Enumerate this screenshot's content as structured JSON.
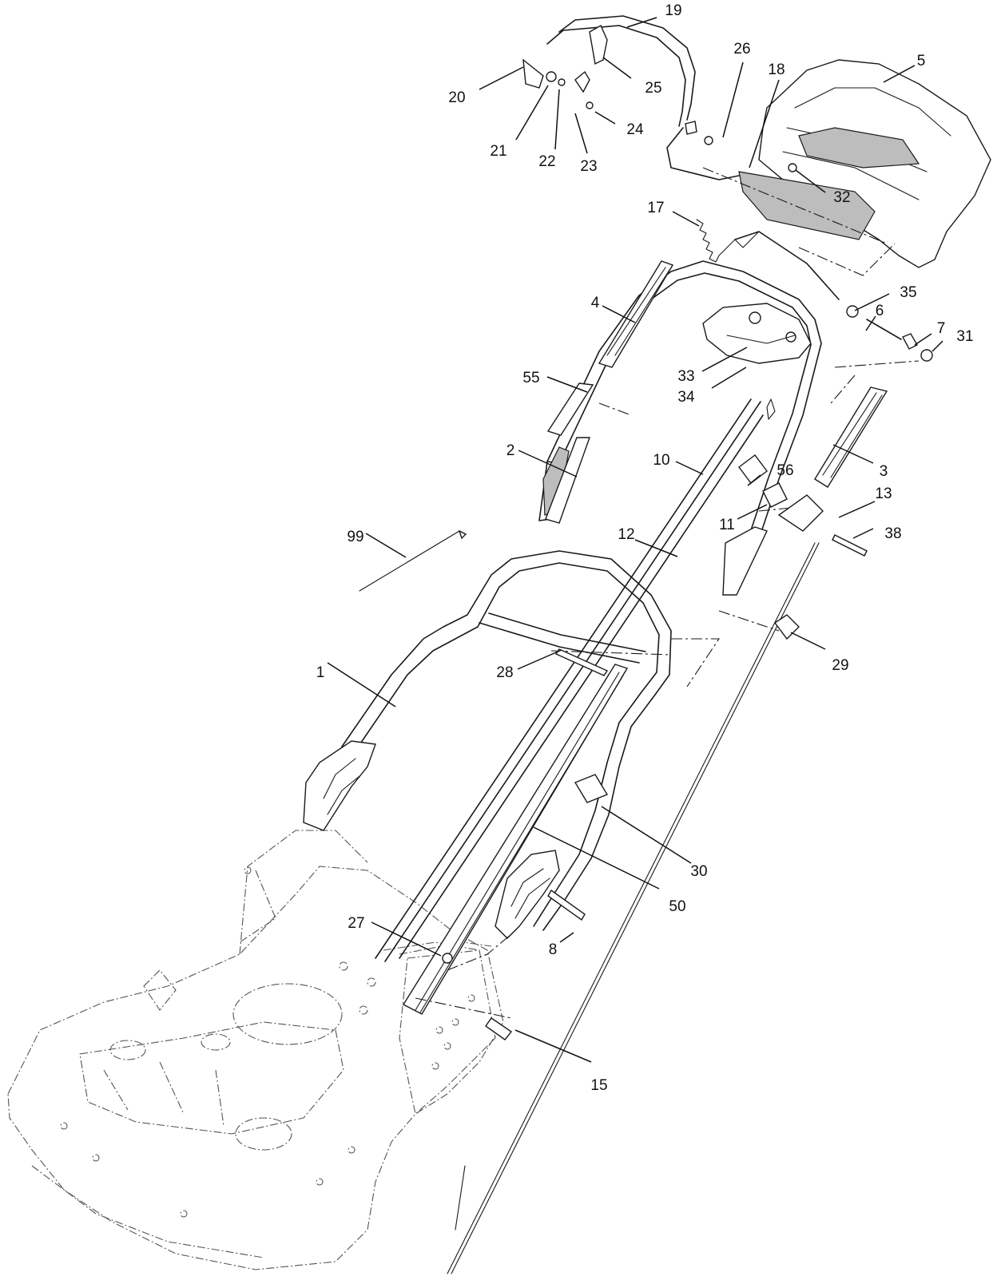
{
  "callouts": [
    {
      "id": "c1",
      "label": "1"
    },
    {
      "id": "c2",
      "label": "2"
    },
    {
      "id": "c3",
      "label": "3"
    },
    {
      "id": "c4",
      "label": "4"
    },
    {
      "id": "c5",
      "label": "5"
    },
    {
      "id": "c6",
      "label": "6"
    },
    {
      "id": "c7",
      "label": "7"
    },
    {
      "id": "c8",
      "label": "8"
    },
    {
      "id": "c10",
      "label": "10"
    },
    {
      "id": "c11",
      "label": "11"
    },
    {
      "id": "c12",
      "label": "12"
    },
    {
      "id": "c13",
      "label": "13"
    },
    {
      "id": "c15",
      "label": "15"
    },
    {
      "id": "c17",
      "label": "17"
    },
    {
      "id": "c18",
      "label": "18"
    },
    {
      "id": "c19",
      "label": "19"
    },
    {
      "id": "c20",
      "label": "20"
    },
    {
      "id": "c21",
      "label": "21"
    },
    {
      "id": "c22",
      "label": "22"
    },
    {
      "id": "c23",
      "label": "23"
    },
    {
      "id": "c24",
      "label": "24"
    },
    {
      "id": "c25",
      "label": "25"
    },
    {
      "id": "c26",
      "label": "26"
    },
    {
      "id": "c27",
      "label": "27"
    },
    {
      "id": "c28",
      "label": "28"
    },
    {
      "id": "c29",
      "label": "29"
    },
    {
      "id": "c30",
      "label": "30"
    },
    {
      "id": "c31",
      "label": "31"
    },
    {
      "id": "c32",
      "label": "32"
    },
    {
      "id": "c33",
      "label": "33"
    },
    {
      "id": "c34",
      "label": "34"
    },
    {
      "id": "c35",
      "label": "35"
    },
    {
      "id": "c38",
      "label": "38"
    },
    {
      "id": "c50",
      "label": "50"
    },
    {
      "id": "c55",
      "label": "55"
    },
    {
      "id": "c56",
      "label": "56"
    },
    {
      "id": "c99",
      "label": "99"
    }
  ]
}
